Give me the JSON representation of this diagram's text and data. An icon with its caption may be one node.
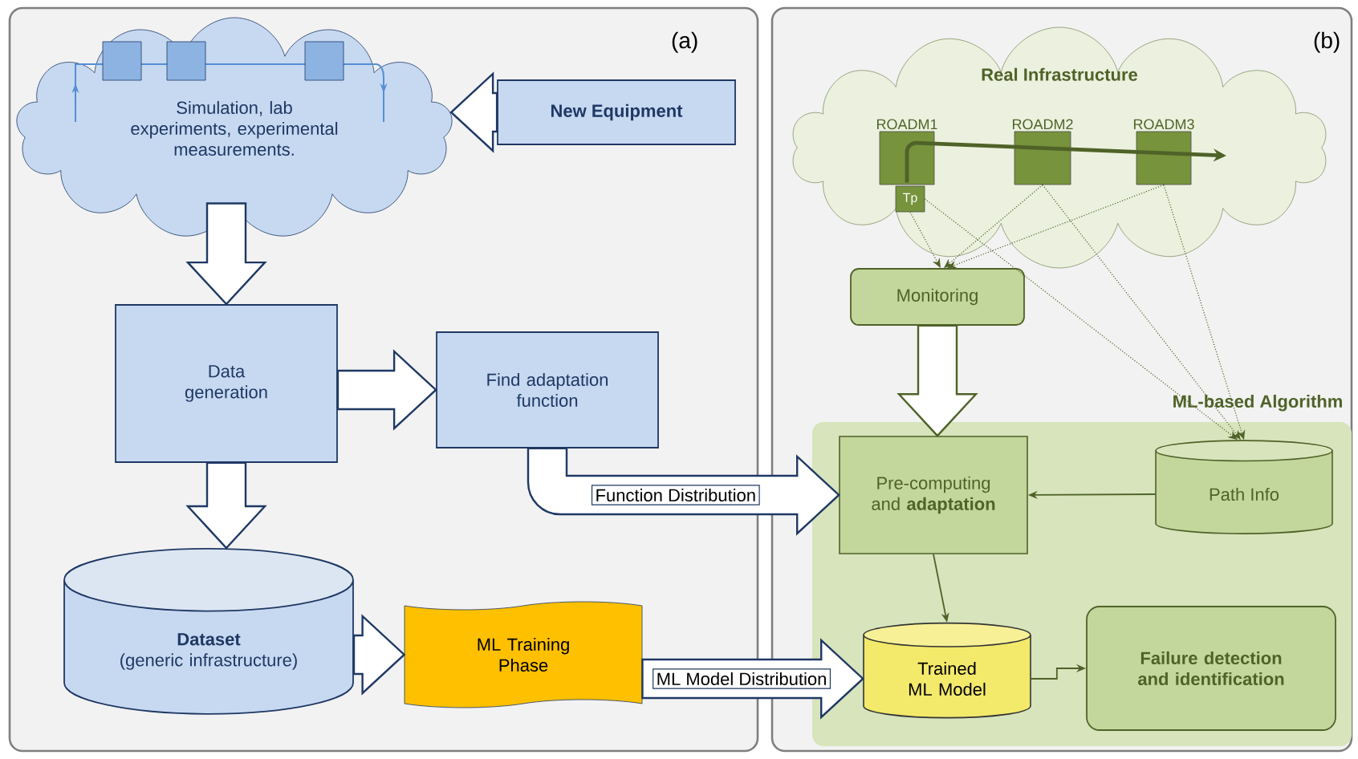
{
  "diagram": {
    "nodes": [
      {
        "text": [
          "(a)"
        ]
      },
      {
        "text": [
          "Simulation, lab experiments, experimental measurements."
        ],
        "in": 0
      },
      {
        "text": [
          "New Equipment"
        ],
        "in": 0
      },
      {
        "text": [
          "Data generation"
        ],
        "in": 0
      },
      {
        "text": [
          "Find adaptation function"
        ],
        "in": 0
      },
      {
        "text": [
          "Dataset",
          "(generic infrastructure)"
        ],
        "in": 0
      },
      {
        "text": [
          "ML Training Phase"
        ],
        "in": 0
      },
      {
        "text": [
          "(b)"
        ]
      },
      {
        "text": [
          "Real Infrastructure"
        ],
        "in": 7
      },
      {
        "text": [
          "ROADM1"
        ],
        "in": 8
      },
      {
        "text": [
          "ROADM2"
        ],
        "in": 8
      },
      {
        "text": [
          "ROADM3"
        ],
        "in": 8
      },
      {
        "text": [
          "Tp"
        ],
        "in": 8
      },
      {
        "text": [
          "Monitoring"
        ],
        "in": 7
      },
      {
        "text": [
          "ML-based Algorithm"
        ],
        "in": 7
      },
      {
        "text": [
          "Pre-computing and **adaptation**"
        ],
        "in": 14
      },
      {
        "text": [
          "Path Info"
        ],
        "in": 14
      },
      {
        "text": [
          "Trained ML Model"
        ],
        "in": 14
      },
      {
        "text": [
          "Failure detection and identification"
        ],
        "in": 14
      }
    ],
    "edges": [
      {
        "from": 2,
        "to": 1,
        "arrow": "to",
        "style": "thick",
        "color": "#1f3864"
      },
      {
        "from": 1,
        "to": 3,
        "arrow": "to",
        "style": "thick",
        "color": "#1f3864"
      },
      {
        "from": 3,
        "to": 4,
        "arrow": "to",
        "style": "thick",
        "color": "#1f3864"
      },
      {
        "from": 3,
        "to": 5,
        "arrow": "to",
        "style": "thick",
        "color": "#1f3864"
      },
      {
        "from": 5,
        "to": 6,
        "arrow": "to",
        "style": "thick",
        "color": "#1f3864"
      },
      {
        "from": 4,
        "to": 15,
        "arrow": "to",
        "style": "thick",
        "color": "#1f3864",
        "label": "Function Distribution"
      },
      {
        "from": 6,
        "to": 17,
        "arrow": "to",
        "style": "thick",
        "color": "#1f3864",
        "label": "ML Model Distribution"
      },
      {
        "from": 12,
        "to": 13,
        "arrow": "to",
        "style": "dashed"
      },
      {
        "from": 10,
        "to": 13,
        "arrow": "to",
        "style": "dashed"
      },
      {
        "from": 11,
        "to": 13,
        "arrow": "to",
        "style": "dashed"
      },
      {
        "from": 12,
        "to": 16,
        "arrow": "to",
        "style": "dashed"
      },
      {
        "from": 10,
        "to": 16,
        "arrow": "to",
        "style": "dashed"
      },
      {
        "from": 11,
        "to": 16,
        "arrow": "to",
        "style": "dashed"
      },
      {
        "from": 13,
        "to": 15,
        "arrow": "to",
        "style": "thick",
        "color": "#4f6228"
      },
      {
        "from": 16,
        "to": 15,
        "arrow": "to"
      },
      {
        "from": 15,
        "to": 17,
        "arrow": "to"
      },
      {
        "from": 17,
        "to": 18,
        "arrow": "to"
      },
      {
        "from": 12,
        "to": null,
        "arrow": "to",
        "style": "thick"
      }
    ]
  }
}
